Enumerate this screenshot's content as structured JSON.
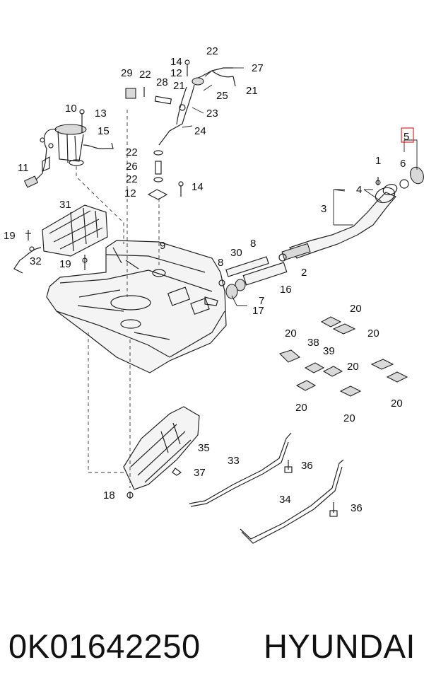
{
  "diagram": {
    "callouts": {
      "c1": "1",
      "c2": "2",
      "c3": "3",
      "c4": "4",
      "c5": "5",
      "c6": "6",
      "c7": "7",
      "c8a": "8",
      "c8b": "8",
      "c9": "9",
      "c10": "10",
      "c11": "11",
      "c12a": "12",
      "c12b": "12",
      "c13": "13",
      "c14a": "14",
      "c14b": "14",
      "c15": "15",
      "c16": "16",
      "c17": "17",
      "c18": "18",
      "c19a": "19",
      "c19b": "19",
      "c20a": "20",
      "c20b": "20",
      "c20c": "20",
      "c20d": "20",
      "c20e": "20",
      "c20f": "20",
      "c20g": "20",
      "c21a": "21",
      "c21b": "21",
      "c22a": "22",
      "c22b": "22",
      "c22c": "22",
      "c22d": "22",
      "c23": "23",
      "c24": "24",
      "c25": "25",
      "c26": "26",
      "c27": "27",
      "c28": "28",
      "c29": "29",
      "c30": "30",
      "c31": "31",
      "c32": "32",
      "c33": "33",
      "c34": "34",
      "c35": "35",
      "c36a": "36",
      "c36b": "36",
      "c37": "37",
      "c38": "38",
      "c39": "39"
    },
    "highlight_color": "#e0252b"
  },
  "caption": {
    "part_number": "0K01642250",
    "brand": "HYUNDAI"
  }
}
